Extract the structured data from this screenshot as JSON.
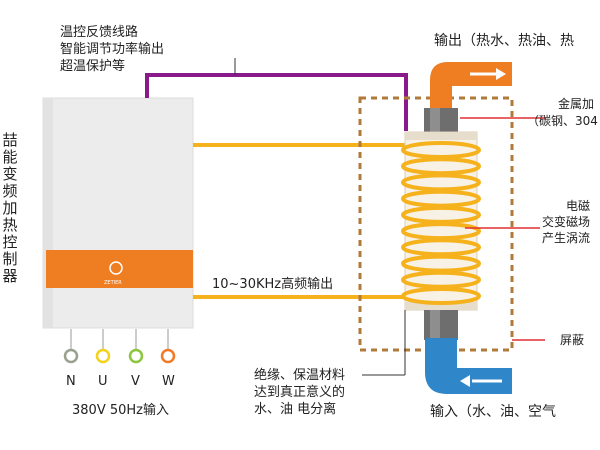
{
  "controller": {
    "title": "喆能变频加热控制器",
    "brand": "ZETIER"
  },
  "feedback_lines": [
    "温控反馈线路",
    "智能调节功率输出",
    "超温保护等"
  ],
  "hf_output_label": "10~30KHz高频输出",
  "input_terminals": {
    "labels": [
      "N",
      "U",
      "V",
      "W"
    ],
    "colors": [
      "#9aa08e",
      "#f2d21b",
      "#8cc63f",
      "#f07a28"
    ],
    "supply": "380V 50Hz输入"
  },
  "insulation_lines": [
    "绝缘、保温材料",
    "达到真正意义的",
    "水、油  电分离"
  ],
  "output_label": "输出（热水、热油、热",
  "input_label": "输入（水、油、空气",
  "metal_label_lines": [
    "金属加",
    "（碳钢、304"
  ],
  "field_label_lines": [
    "电磁",
    "交变磁场",
    "产生涡流"
  ],
  "shield_label": "屏蔽",
  "colors": {
    "orange": "#ef7d22",
    "coil": "#f6b21c",
    "purple": "#8a1a8c",
    "blue": "#2f86c9",
    "red": "#e03030",
    "dash": "#b07a3a"
  }
}
